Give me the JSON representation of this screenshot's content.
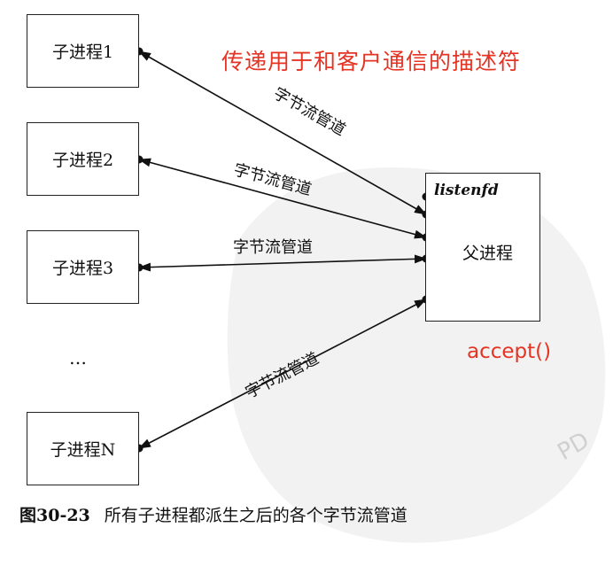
{
  "annotations": {
    "title": "传递用于和客户通信的描述符",
    "accept": "accept()"
  },
  "children": [
    {
      "label": "子进程1"
    },
    {
      "label": "子进程2"
    },
    {
      "label": "子进程3"
    },
    {
      "label": "子进程N"
    }
  ],
  "ellipsis": "…",
  "parent": {
    "label": "父进程",
    "descriptor": "listenfd"
  },
  "pipe_label": "字节流管道",
  "caption": {
    "number": "图30-23",
    "text": "所有子进程都派生之后的各个字节流管道"
  },
  "watermark": "PD"
}
